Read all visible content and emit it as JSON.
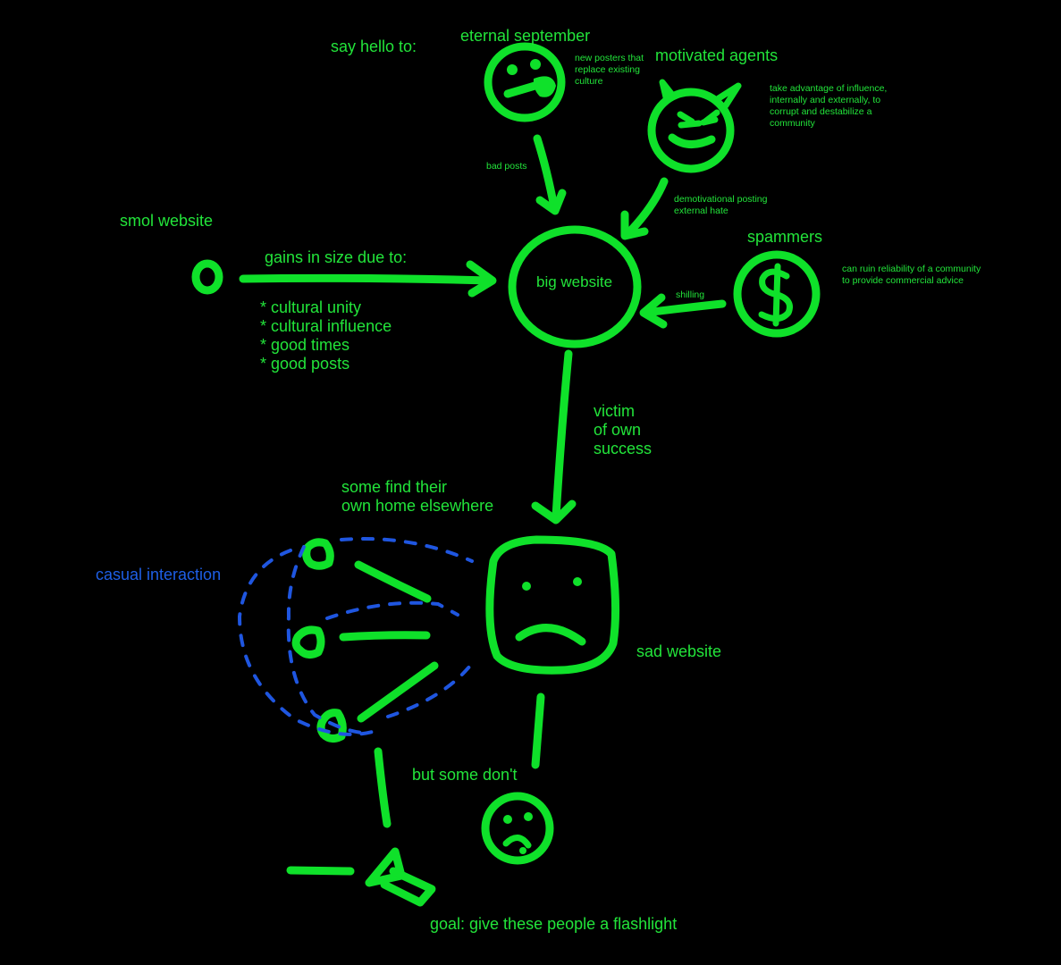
{
  "colors": {
    "background": "#000000",
    "ink": "#22e43a",
    "casual": "#1e5fe6"
  },
  "labels": {
    "say_hello": "say hello to:",
    "eternal_september": "eternal september",
    "eternal_september_desc": [
      "new posters that",
      "replace existing",
      "culture"
    ],
    "motivated_agents": "motivated agents",
    "motivated_agents_desc": [
      "take advantage of influence,",
      "internally and externally, to",
      "corrupt and destabilize a",
      "community"
    ],
    "bad_posts": "bad posts",
    "demotivational": [
      "demotivational posting",
      "external hate"
    ],
    "smol_website": "smol website",
    "gains": "gains in size due to:",
    "reasons": [
      "* cultural unity",
      "* cultural influence",
      "* good times",
      "* good posts"
    ],
    "big_website": "big website",
    "spammers": "spammers",
    "spammers_desc": [
      "can ruin reliability of a community",
      "to provide commercial advice"
    ],
    "shilling": "shilling",
    "victim": [
      "victim",
      "of own",
      "success"
    ],
    "some_find": [
      "some find their",
      "own home elsewhere"
    ],
    "casual_interaction": "casual interaction",
    "sad_website": "sad website",
    "but_some_dont": "but some don't",
    "goal": "goal: give these people a flashlight"
  },
  "icons": {
    "eternal_september": "tongue-face-icon",
    "motivated_agents": "devil-face-icon",
    "spammers": "dollar-coin-icon",
    "small_site": "small-circle-icon",
    "big_site": "big-circle-icon",
    "sad_site": "sad-face-icon",
    "lonely_user": "sad-small-face-icon",
    "goal": "flashlight-icon"
  }
}
